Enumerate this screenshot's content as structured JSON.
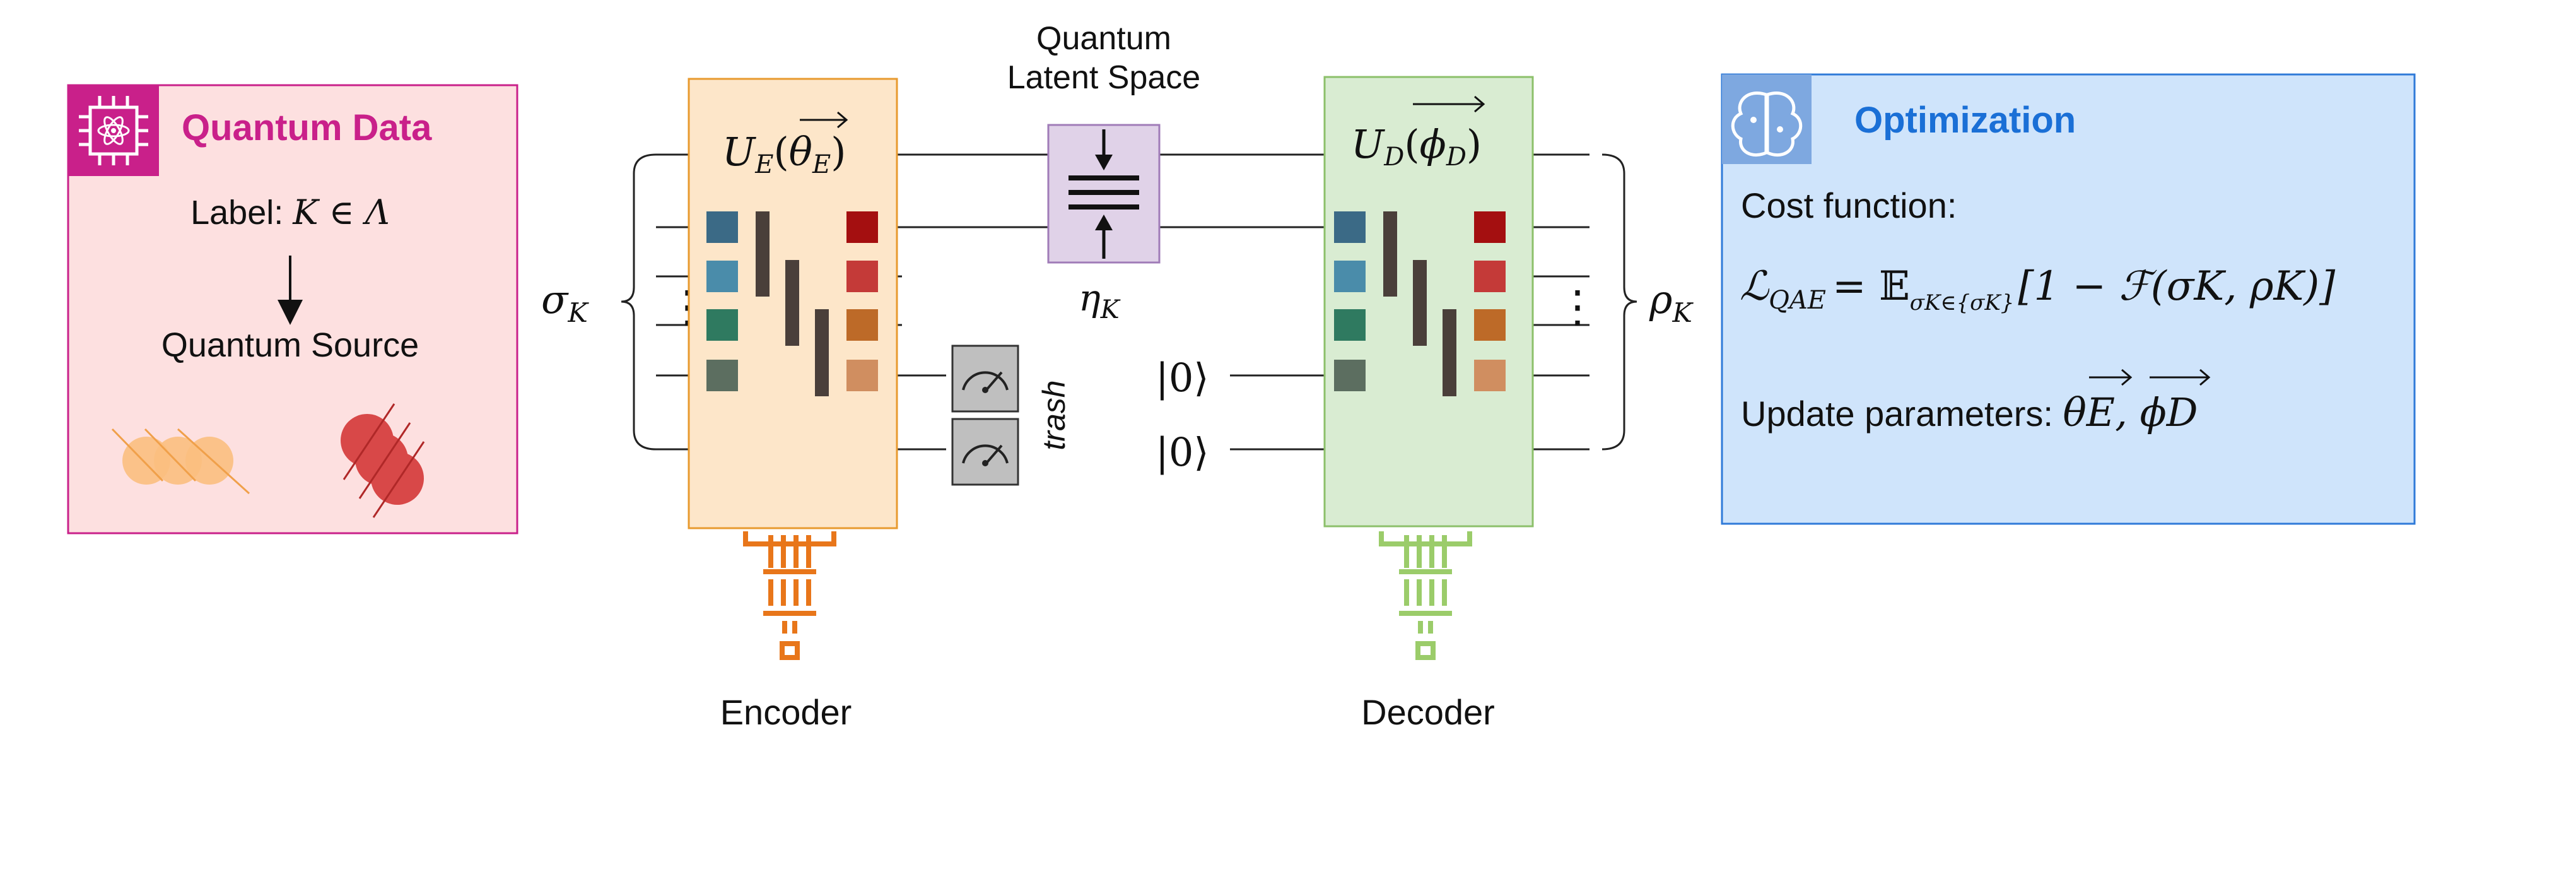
{
  "colors": {
    "data_panel_fill": "#fde0e0",
    "data_panel_stroke": "#c9208a",
    "data_title": "#c9208a",
    "encoder_fill": "#fde6c9",
    "encoder_stroke": "#e89a2e",
    "decoder_fill": "#d9ecd2",
    "decoder_stroke": "#8cc06a",
    "latent_fill": "#e0d2e8",
    "latent_stroke": "#a07cb8",
    "opt_fill": "#cfe4fb",
    "opt_stroke": "#2f7ad8",
    "opt_title": "#1a6fd6",
    "ibm_orange": "#e8761a",
    "ibm_green": "#9bcc6a",
    "meter_fill": "#bfbfbf"
  },
  "quantum_data": {
    "icon": "quantum-chip-icon",
    "title": "Quantum Data",
    "label_prefix": "Label: ",
    "label_math": "K ∈ Λ",
    "source": "Quantum Source"
  },
  "circuit": {
    "input_state": "σ",
    "input_sub": "K",
    "output_state": "ρ",
    "output_sub": "K",
    "ket_zero_1": "|0⟩",
    "ket_zero_2": "|0⟩",
    "trash_label": "trash",
    "dots_left": "⋮",
    "dots_right": "⋮"
  },
  "encoder": {
    "op": "U",
    "op_sub": "E",
    "param": "θ",
    "param_sub": "E",
    "label": "Encoder",
    "gate_colors_left": [
      "#3b6a86",
      "#4a8caa",
      "#2f7a60",
      "#5c6e60"
    ],
    "gate_colors_right": [
      "#a40f10",
      "#c43a38",
      "#bd6a28",
      "#d08e60"
    ]
  },
  "latent": {
    "title_line1": "Quantum",
    "title_line2": "Latent Space",
    "state": "η",
    "state_sub": "K"
  },
  "decoder": {
    "op": "U",
    "op_sub": "D",
    "param": "ϕ",
    "param_sub": "D",
    "label": "Decoder",
    "gate_colors_left": [
      "#3b6a86",
      "#4a8caa",
      "#2f7a60",
      "#5c6e60"
    ],
    "gate_colors_right": [
      "#a40f10",
      "#c43a38",
      "#bd6a28",
      "#d08e60"
    ]
  },
  "optimization": {
    "icon": "ai-brain-icon",
    "title": "Optimization",
    "cost_label": "Cost function:",
    "loss_symbol": "ℒ",
    "loss_sub": "QAE",
    "expect_symbol": "= 𝔼",
    "expect_sub": "σK∈{σK}",
    "loss_body": "[1 − ℱ(σK, ρK)]",
    "update_label": "Update parameters: ",
    "update_params": "θE, ϕD"
  }
}
